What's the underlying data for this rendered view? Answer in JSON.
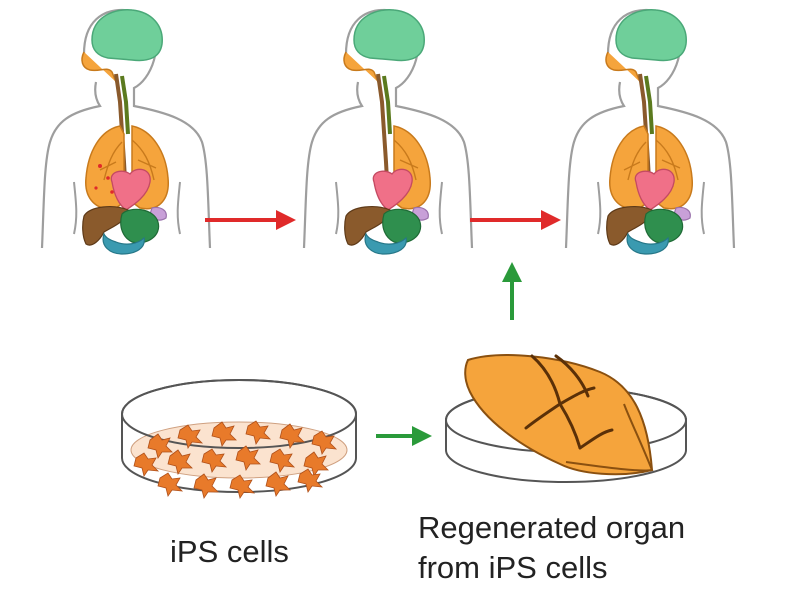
{
  "labels": {
    "ips_cells": "iPS cells",
    "regenerated_line1": "Regenerated organ",
    "regenerated_line2": "from iPS cells"
  },
  "figures": [
    {
      "name": "body-figure-original",
      "lung_state": "intact"
    },
    {
      "name": "body-figure-damaged",
      "lung_state": "missing-left-lung"
    },
    {
      "name": "body-figure-restored",
      "lung_state": "restored"
    }
  ],
  "colors": {
    "outline": "#9e9e9e",
    "brain": "#6fcf9a",
    "lung": "#f5a43c",
    "lung_outline": "#c87a1c",
    "trachea": "#5b7a1e",
    "heart": "#f07088",
    "liver": "#8a5a2c",
    "stomach": "#2f8f4e",
    "intestine": "#3a9ab0",
    "pancreas": "#c8a0d8",
    "progression_arrow": "#e02a2a",
    "transplant_arrow": "#2a9a3a",
    "cell": "#e87a2a"
  }
}
